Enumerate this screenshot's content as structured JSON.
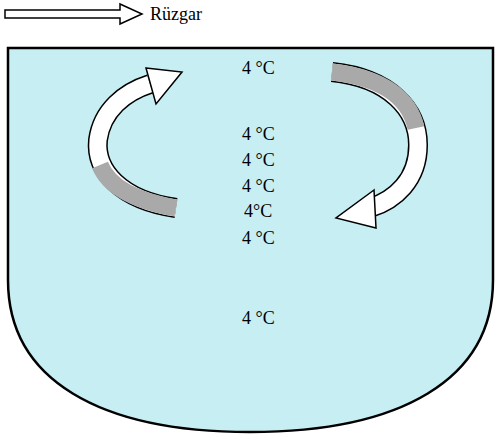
{
  "diagram": {
    "labels": [
      "Rüzgar",
      "4 °C",
      "4 °C",
      "4 °C",
      "4 °C",
      "4°C",
      "4 °C",
      "4 °C"
    ]
  }
}
